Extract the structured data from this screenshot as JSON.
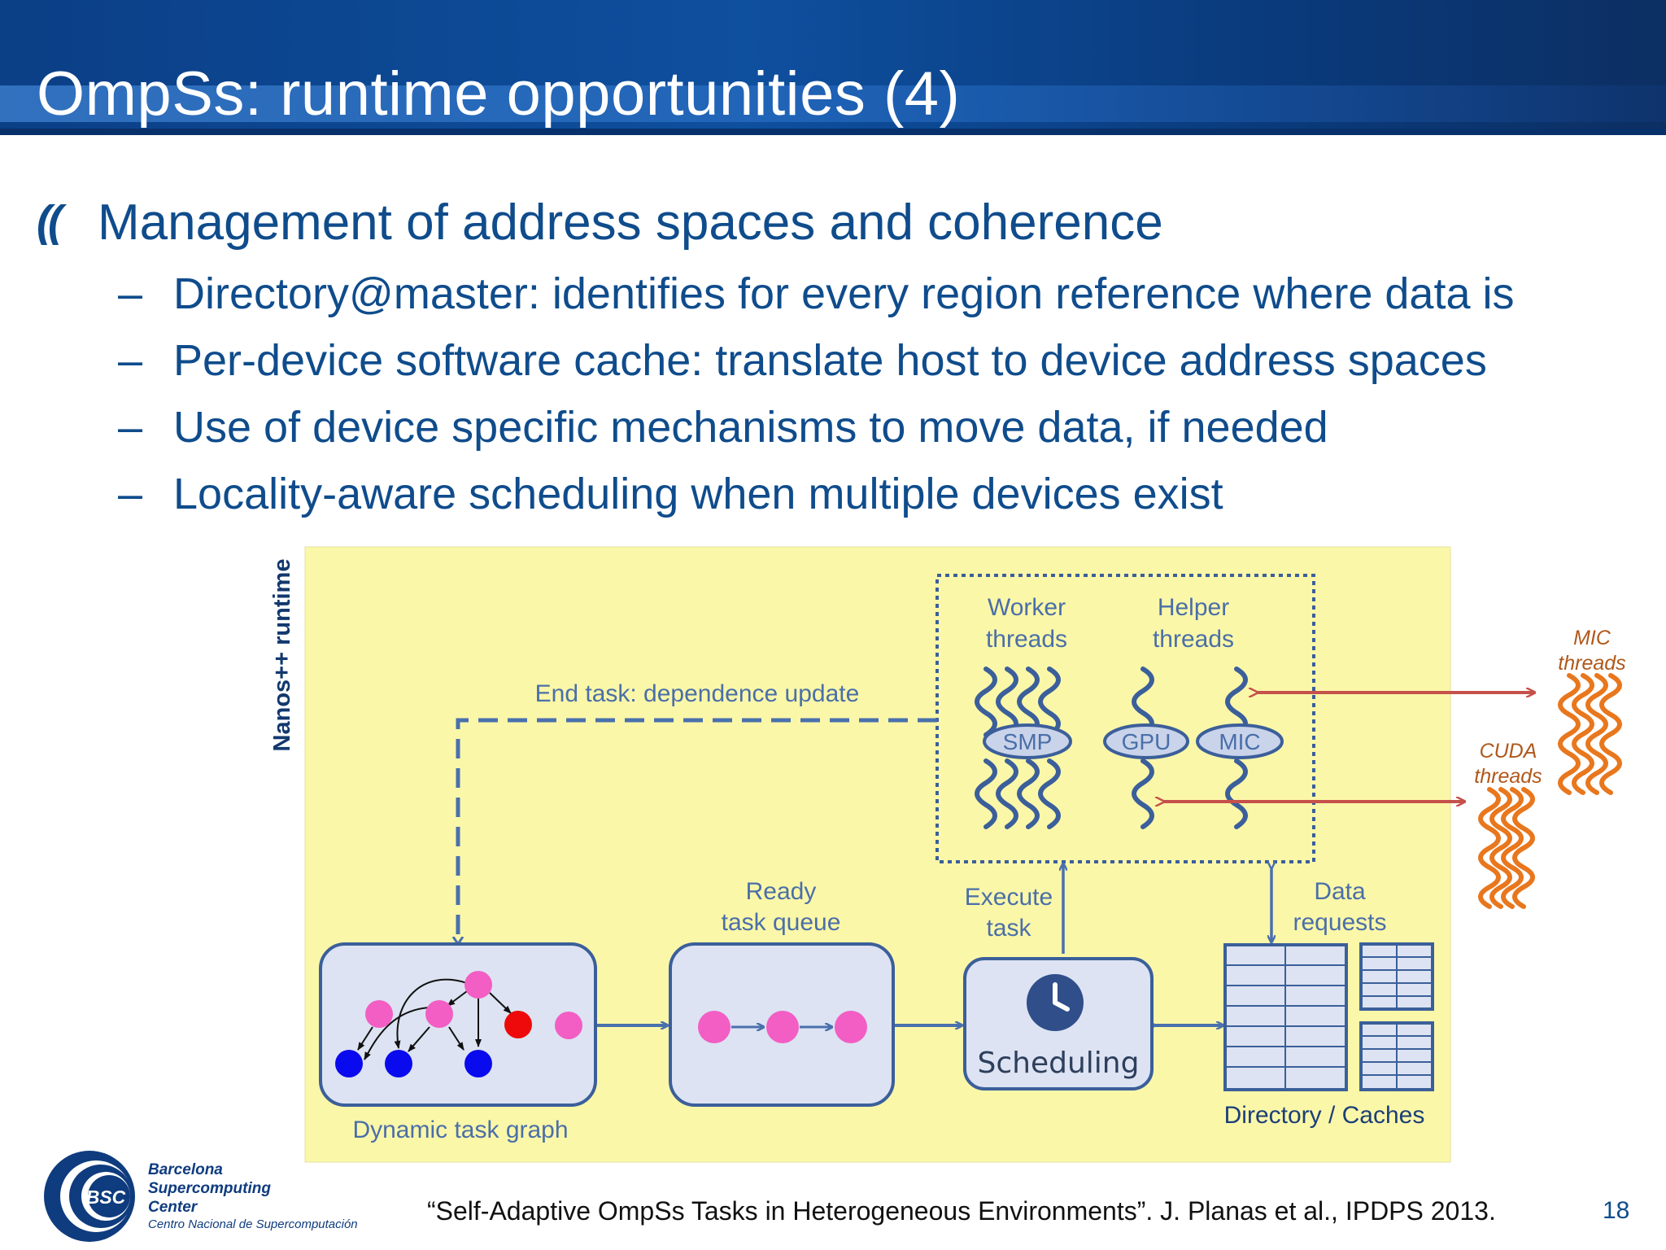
{
  "slide": {
    "title": "OmpSs: runtime opportunities (4)",
    "bullet_mark": "((",
    "bullet": "Management of address spaces and coherence",
    "sub_dash": "–",
    "sub_bullets": [
      "Directory@master: identifies for every region reference where data is",
      "Per-device software cache: translate host to device address spaces",
      "Use of device specific mechanisms to move data, if needed",
      "Locality-aware scheduling when multiple devices exist"
    ],
    "citation": "“Self-Adaptive OmpSs Tasks in Heterogeneous Environments”. J. Planas et al., IPDPS 2013.",
    "page_number": "18"
  },
  "diagram": {
    "runtime_label": "Nanos++ runtime",
    "worker_threads": [
      "Worker",
      "threads"
    ],
    "helper_threads": [
      "Helper",
      "threads"
    ],
    "smp": "SMP",
    "gpu": "GPU",
    "mic": "MIC",
    "mic_threads": [
      "MIC",
      "threads"
    ],
    "cuda_threads": [
      "CUDA",
      "threads"
    ],
    "end_task": "End task: dependence update",
    "ready_queue": [
      "Ready",
      "task queue"
    ],
    "execute_task": [
      "Execute",
      "task"
    ],
    "data_requests": [
      "Data",
      "requests"
    ],
    "scheduling": "Scheduling",
    "task_graph": "Dynamic task graph",
    "directory": "Directory / Caches",
    "colors": {
      "panel": "#fbf7a9",
      "box_fill": "#dde3f2",
      "box_stroke": "#3b5f9a",
      "label": "#4a6fa8",
      "pink": "#f25ec4",
      "blue": "#0a0aee",
      "red": "#ee0a0a",
      "orange": "#e8771d",
      "arrow_red": "#c5514a"
    }
  },
  "logo": {
    "mark": "BSC",
    "org_lines": [
      "Barcelona",
      "Supercomputing",
      "Center"
    ],
    "sub": "Centro Nacional de Supercomputación"
  }
}
